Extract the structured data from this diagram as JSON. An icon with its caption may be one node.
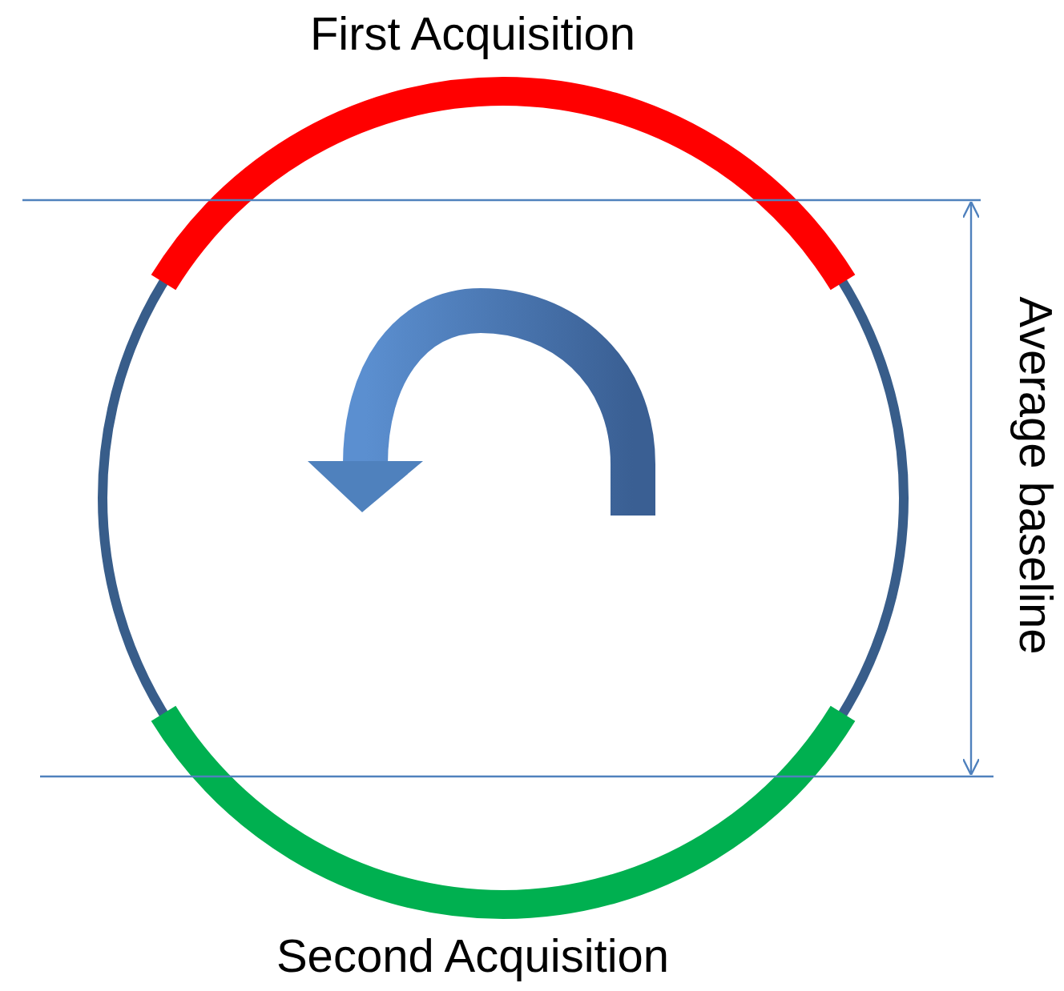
{
  "diagram": {
    "labels": [
      "First Acquisition",
      "Average baseline",
      "Second Acquisition"
    ]
  }
}
